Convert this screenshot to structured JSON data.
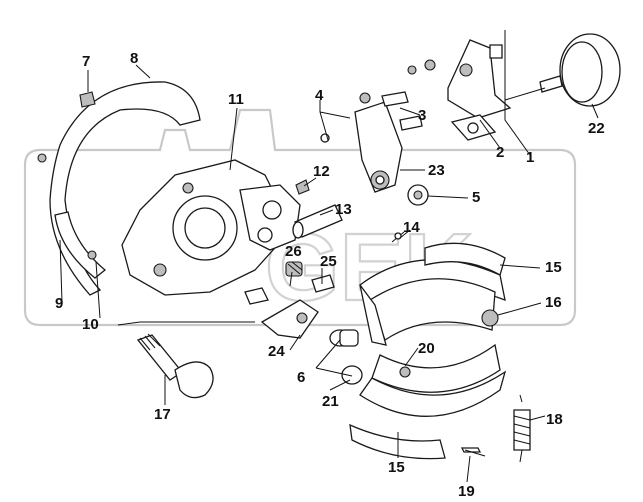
{
  "watermark": {
    "text": "GEK"
  },
  "callouts": [
    {
      "id": "1",
      "label": "1"
    },
    {
      "id": "2",
      "label": "2"
    },
    {
      "id": "3",
      "label": "3"
    },
    {
      "id": "4",
      "label": "4"
    },
    {
      "id": "5",
      "label": "5"
    },
    {
      "id": "6",
      "label": "6"
    },
    {
      "id": "7",
      "label": "7"
    },
    {
      "id": "8",
      "label": "8"
    },
    {
      "id": "9",
      "label": "9"
    },
    {
      "id": "10",
      "label": "10"
    },
    {
      "id": "11",
      "label": "11"
    },
    {
      "id": "12",
      "label": "12"
    },
    {
      "id": "13",
      "label": "13"
    },
    {
      "id": "14",
      "label": "14"
    },
    {
      "id": "15a",
      "label": "15"
    },
    {
      "id": "15b",
      "label": "15"
    },
    {
      "id": "16",
      "label": "16"
    },
    {
      "id": "17",
      "label": "17"
    },
    {
      "id": "18",
      "label": "18"
    },
    {
      "id": "19",
      "label": "19"
    },
    {
      "id": "20",
      "label": "20"
    },
    {
      "id": "21",
      "label": "21"
    },
    {
      "id": "22",
      "label": "22"
    },
    {
      "id": "23",
      "label": "23"
    },
    {
      "id": "24",
      "label": "24"
    },
    {
      "id": "25",
      "label": "25"
    },
    {
      "id": "26",
      "label": "26"
    }
  ]
}
